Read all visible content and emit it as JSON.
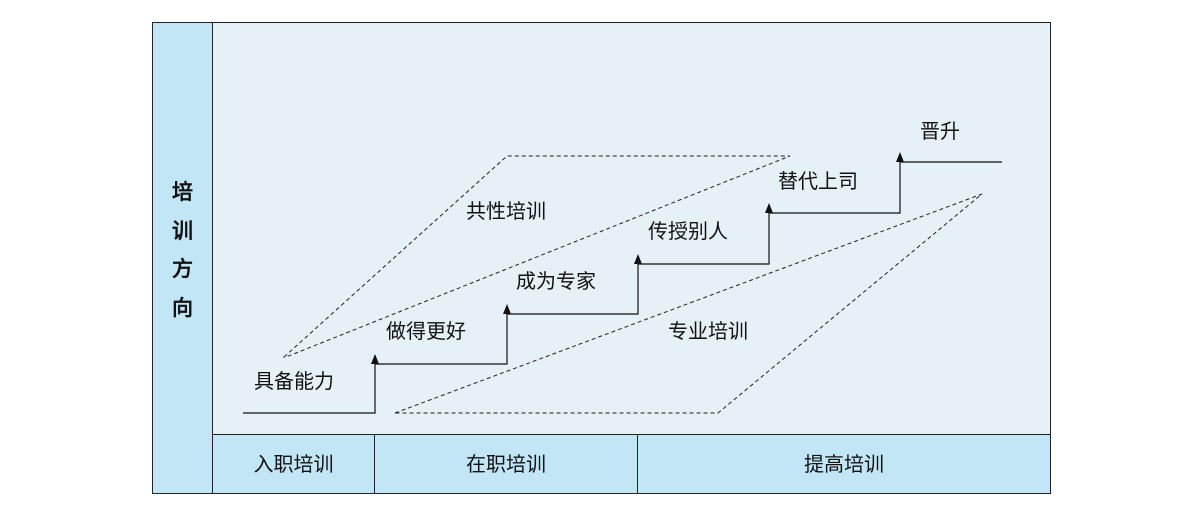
{
  "vertical_label": [
    "培",
    "训",
    "方",
    "向"
  ],
  "bottom": [
    "入职培训",
    "在职培训",
    "提高培训"
  ],
  "steps": [
    "具备能力",
    "做得更好",
    "成为专家",
    "传授别人",
    "替代上司",
    "晋升"
  ],
  "regions": {
    "upper": "共性培训",
    "lower": "专业培训"
  }
}
